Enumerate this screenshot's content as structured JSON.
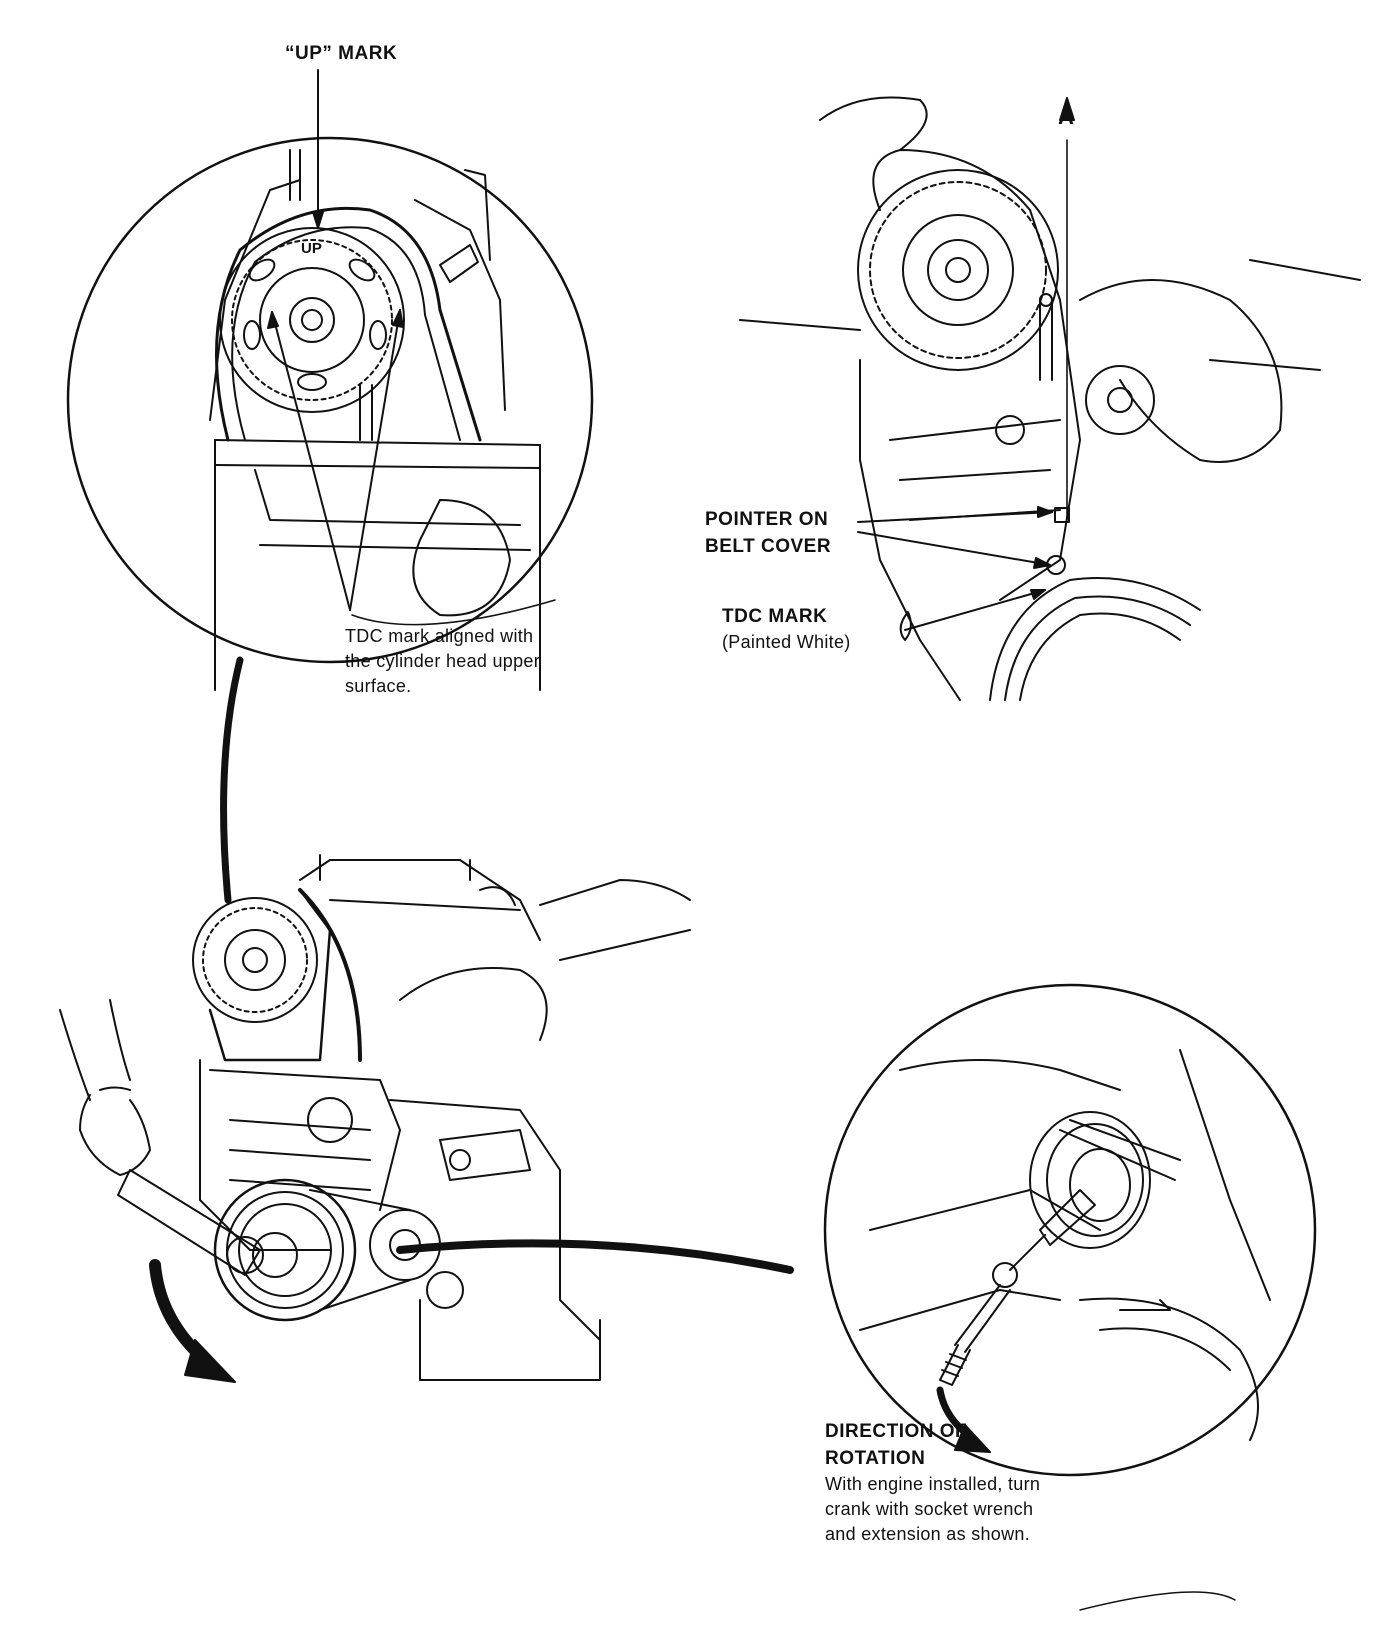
{
  "labels": {
    "up_mark": "“UP” MARK",
    "up_stamp": "UP",
    "tdc_aligned": {
      "line1": "TDC mark aligned with",
      "line2": "the cylinder head upper",
      "line3": "surface."
    },
    "view_arrow": "A",
    "pointer_on_belt_cover": {
      "line1": "POINTER ON",
      "line2": "BELT COVER"
    },
    "tdc_mark": {
      "title": "TDC MARK",
      "note": "(Painted White)"
    },
    "direction_of_rotation": {
      "line1": "DIRECTION OF",
      "line2": "ROTATION",
      "note1": "With engine installed, turn",
      "note2": "crank with socket wrench",
      "note3": "and extension as shown."
    }
  },
  "colors": {
    "ink": "#111111",
    "paper": "#ffffff"
  }
}
